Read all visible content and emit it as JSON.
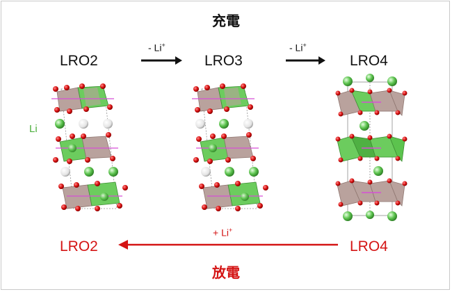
{
  "charge_title": "充電",
  "discharge_title": "放電",
  "phases": [
    "LRO2",
    "LRO3",
    "LRO4"
  ],
  "charge_arrow_label": {
    "text": "- Li",
    "charge": "+"
  },
  "discharge_arrow_label": {
    "text": "+ Li",
    "charge": "+"
  },
  "discharge_from": "LRO4",
  "discharge_to": "LRO2",
  "legend_li": "Li",
  "colors": {
    "discharge": "#d41414",
    "li_atom": "#5cc34e",
    "oxygen_atom": "#d81010",
    "octahedron_tm": "#b9a29d",
    "octahedron_li": "#6ccc5e",
    "bond": "#d64fd6"
  }
}
